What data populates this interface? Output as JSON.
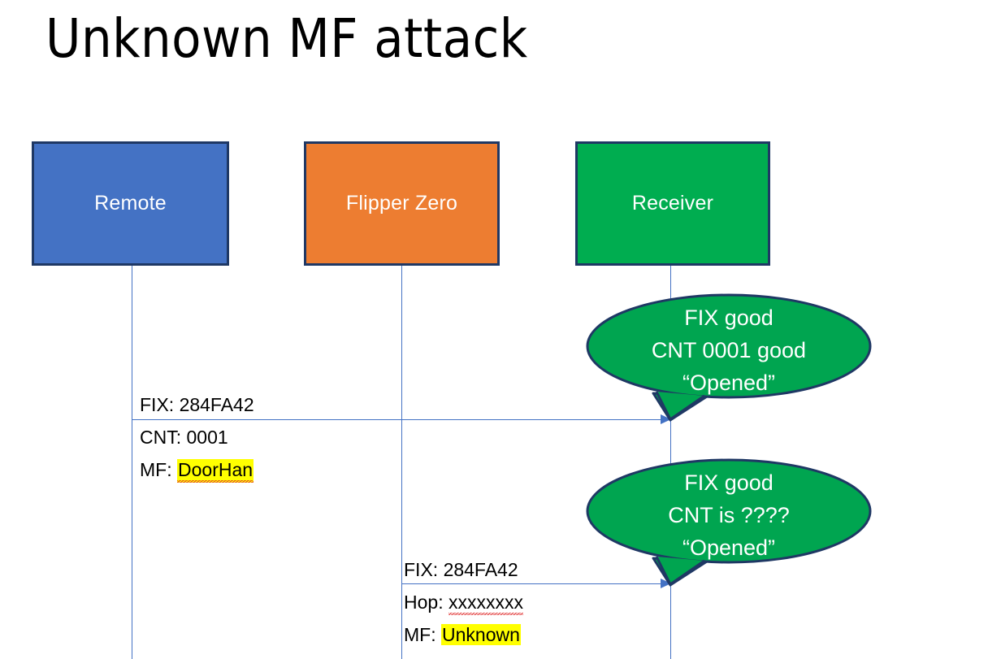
{
  "slide": {
    "title": "Unknown MF attack",
    "background": "#FFFFFF"
  },
  "colors": {
    "remote_fill": "#4472C4",
    "flipper_fill": "#ED7D31",
    "receiver_fill": "#00AD50",
    "box_border": "#1F3864",
    "lifeline": "#4472C4",
    "arrow": "#4472C4",
    "bubble_fill": "#00A550",
    "bubble_border": "#1F3864",
    "highlight": "#FFFF00",
    "misspell_underline": "#E03030"
  },
  "actors": [
    {
      "id": "remote",
      "label": "Remote"
    },
    {
      "id": "flipper",
      "label": "Flipper Zero"
    },
    {
      "id": "receiver",
      "label": "Receiver"
    }
  ],
  "messages": [
    {
      "id": "message-1",
      "from": "remote",
      "to": "receiver",
      "lines": [
        {
          "label": "FIX: ",
          "value": "284FA42",
          "highlight": false,
          "misspelled": false
        },
        {
          "label": "CNT: ",
          "value": "0001",
          "highlight": false,
          "misspelled": false
        },
        {
          "label": "MF: ",
          "value": "DoorHan",
          "highlight": true,
          "misspelled": true
        }
      ]
    },
    {
      "id": "message-2",
      "from": "flipper",
      "to": "receiver",
      "lines": [
        {
          "label": "FIX: ",
          "value": "284FA42",
          "highlight": false,
          "misspelled": false
        },
        {
          "label": "Hop: ",
          "value": "xxxxxxxx",
          "highlight": false,
          "misspelled": true
        },
        {
          "label": "MF: ",
          "value": "Unknown",
          "highlight": true,
          "misspelled": false
        }
      ]
    }
  ],
  "callouts": [
    {
      "id": "callout-1",
      "attached_to": "receiver",
      "lines": [
        "FIX good",
        "CNT 0001 good",
        "“Opened”"
      ]
    },
    {
      "id": "callout-2",
      "attached_to": "receiver",
      "lines": [
        "FIX good",
        "CNT is ????",
        "“Opened”"
      ]
    }
  ]
}
